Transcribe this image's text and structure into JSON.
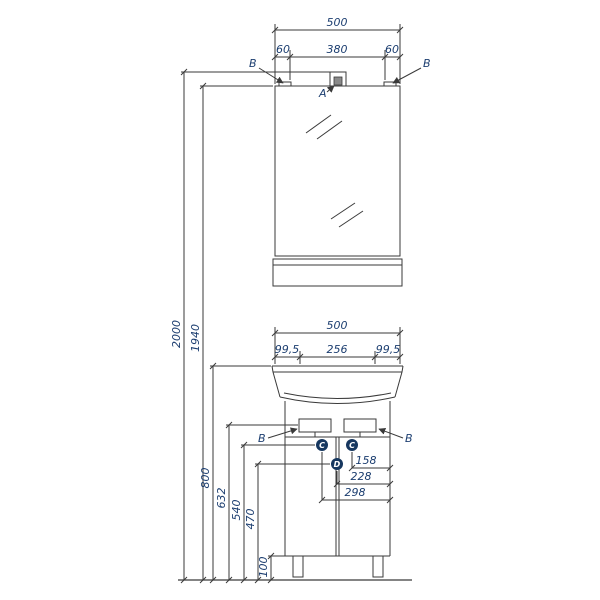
{
  "drawing": {
    "colors": {
      "line": "#3a3a3a",
      "dim_text": "#1c3e70",
      "marker_fill": "#16375f",
      "marker_letter": "#ffffff"
    },
    "mirror_unit": {
      "dim_width_total": "500",
      "dim_segments": [
        "60",
        "380",
        "60"
      ],
      "lamp_label": "A",
      "fixing_left_label": "B",
      "fixing_right_label": "B"
    },
    "height_dims": {
      "total": "2000",
      "to_mirror_top": "1940"
    },
    "vanity_unit": {
      "dim_width_total": "500",
      "dim_segments": [
        "99,5",
        "256",
        "99,5"
      ],
      "fixing_left_label": "B",
      "fixing_right_label": "B",
      "marker_left": "C",
      "marker_right": "C",
      "marker_center": "D",
      "offset_dims": [
        "158",
        "228",
        "298"
      ],
      "height_dims": [
        "800",
        "632",
        "540",
        "470",
        "100"
      ]
    }
  }
}
